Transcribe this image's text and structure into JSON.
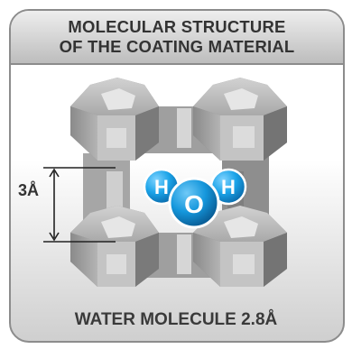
{
  "header": {
    "title_line1": "MOLECULAR STRUCTURE",
    "title_line2": "OF THE COATING MATERIAL"
  },
  "dimension": {
    "label": "3Å"
  },
  "molecule": {
    "hydrogen_left": "H",
    "hydrogen_right": "H",
    "oxygen": "O"
  },
  "caption": "WATER MOLECULE 2.8Å",
  "colors": {
    "structure_light": "#bdbdbd",
    "structure_mid": "#9a9a9a",
    "structure_dark": "#6e6e6e",
    "atom_blue": "#1aa3e8",
    "frame_border": "#8c8c8c"
  }
}
